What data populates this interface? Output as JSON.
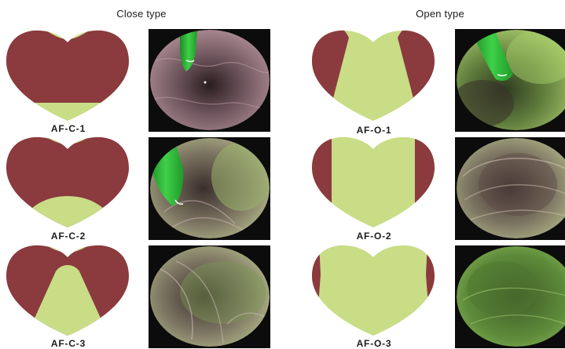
{
  "headings": {
    "close": "Close type",
    "open": "Open type"
  },
  "labels": {
    "c1": "AF-C-1",
    "c2": "AF-C-2",
    "c3": "AF-C-3",
    "o1": "AF-O-1",
    "o2": "AF-O-2",
    "o3": "AF-O-3"
  },
  "colors": {
    "atrophic": "#8b3a3e",
    "non_atrophic": "#c8dd86",
    "endoscope_tip": "#2aa830",
    "mucosa_pink": "#9c7f86",
    "mucosa_green": "#6f9b45",
    "background": "#ffffff"
  }
}
